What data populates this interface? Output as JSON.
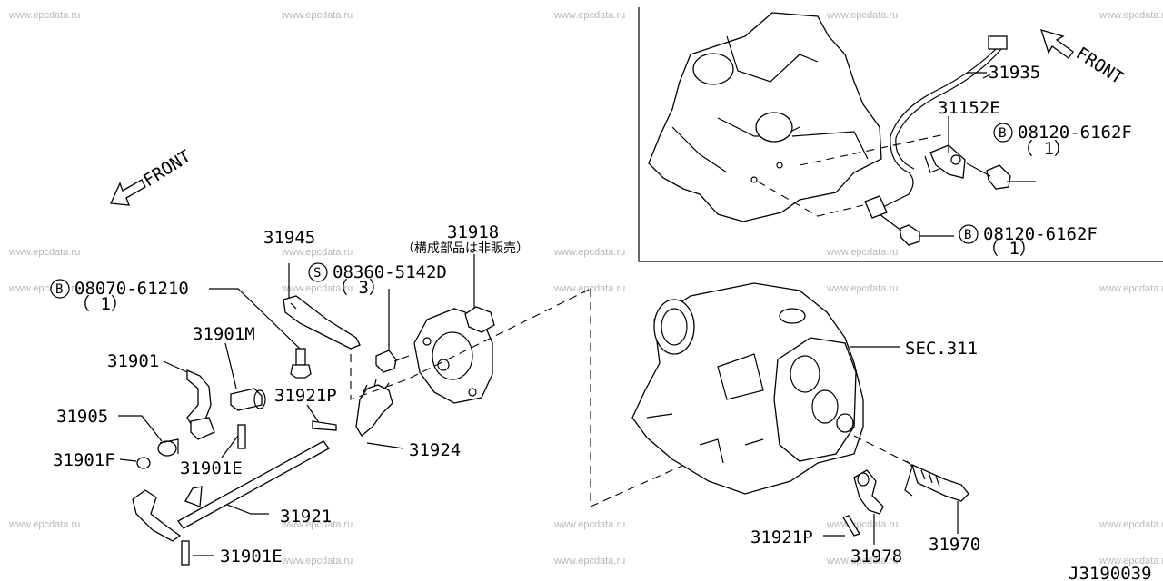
{
  "watermark": "www.epcdata.ru",
  "labels": {
    "front_left": "FRONT",
    "front_right": "FRONT",
    "p31945": "31945",
    "p31918": "31918",
    "p31918_note": "（構成部品は非販売）",
    "bolt_b1_code": "08070-61210",
    "bolt_b1_qty": "（ 1）",
    "screw_s_code": "08360-5142D",
    "screw_s_qty": "（ 3）",
    "p31901M": "31901M",
    "p31901": "31901",
    "p31921P_left": "31921P",
    "p31905": "31905",
    "p31924": "31924",
    "p31901F": "31901F",
    "p31901E_upper": "31901E",
    "p31921": "31921",
    "p31901E_lower": "31901E",
    "p31935": "31935",
    "p31152E": "31152E",
    "bolt_b2_code": "08120-6162F",
    "bolt_b2_qty": "（ 1）",
    "bolt_b3_code": "08120-6162F",
    "bolt_b3_qty": "（ 1）",
    "sec311": "SEC.311",
    "p31921P_right": "31921P",
    "p31978": "31978",
    "p31970": "31970",
    "diagram_id": "J3190039",
    "mark_b": "B",
    "mark_s": "S"
  }
}
